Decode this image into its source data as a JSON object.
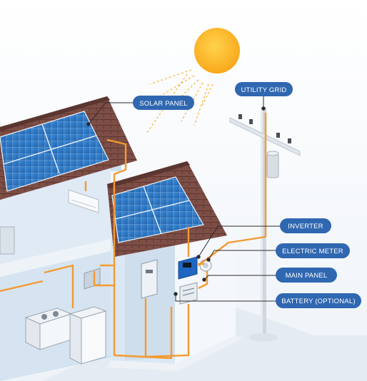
{
  "labels": {
    "solar_panel": "SOLAR PANEL",
    "utility_grid": "UTILITY GRID",
    "inverter": "INVERTER",
    "electric_meter": "ELECTRIC METER",
    "main_panel": "MAIN PANEL",
    "battery": "BATTERY (OPTIONAL)"
  },
  "colors": {
    "label_bg": "#2f67b1",
    "wire": "#f39a32",
    "sun": "#fdb62c",
    "panel": "#2e78c7",
    "roof": "#7a4b43",
    "wall": "#f4f7fb"
  },
  "icons": {
    "sun": "sun-icon",
    "pole": "utility-pole-icon",
    "ac": "air-conditioner-icon"
  }
}
